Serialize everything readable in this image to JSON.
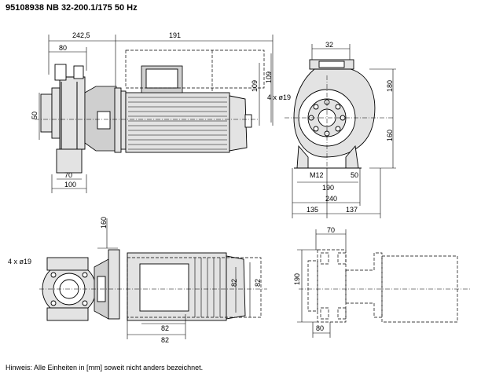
{
  "header": {
    "title": "95108938 NB 32-200.1/175 50 Hz"
  },
  "footer": {
    "note": "Hinweis: Alle Einheiten in [mm] soweit nicht anders bezeichnet."
  },
  "dimensions": {
    "side_total_left": "242,5",
    "side_motor_length": "191",
    "side_inlet_offset": "80",
    "side_inlet_dn": "50",
    "side_foot_70": "70",
    "side_foot_100": "100",
    "side_height_109a": "109",
    "side_height_109b": "109",
    "front_outlet_dn": "32",
    "front_holes": "4 x ø19",
    "front_height_180": "180",
    "front_height_160": "160",
    "front_bolt": "M12",
    "front_foot_50": "50",
    "front_width_190": "190",
    "front_width_240": "240",
    "front_left_135": "135",
    "front_right_137": "137",
    "top_height_160": "160",
    "top_holes": "4 x ø19",
    "top_width_82a": "82",
    "top_width_82b": "82",
    "top_height_82a": "82",
    "top_height_82b": "82",
    "base_width_70": "70",
    "base_height_190": "190",
    "base_width_80": "80"
  }
}
